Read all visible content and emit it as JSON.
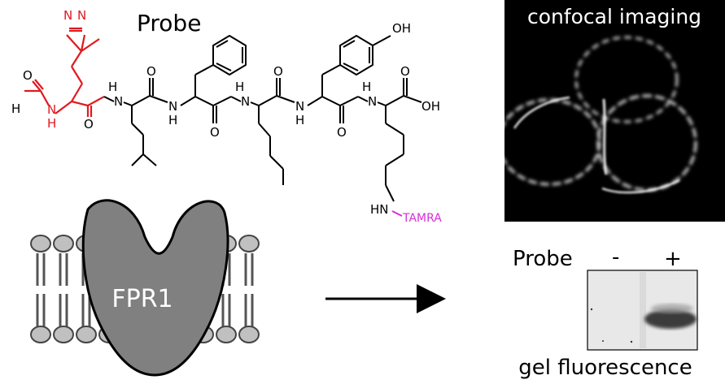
{
  "probe": {
    "title": "Probe",
    "atoms": {
      "n1": "N",
      "n2": "N",
      "o_formyl": "O",
      "h_formyl": "H",
      "nh1_n": "N",
      "nh1_h": "H",
      "o1": "O",
      "nh2_h": "H",
      "nh2_n": "N",
      "o2": "O",
      "nh3_n": "N",
      "nh3_h": "H",
      "o3": "O",
      "nh4_h": "H",
      "nh4_n": "N",
      "o4": "O",
      "nh5_n": "N",
      "nh5_h": "H",
      "o5": "O",
      "oh_acid": "OH",
      "oh_phenol": "OH",
      "hn_side": "HN"
    },
    "label": "TAMRA"
  },
  "receptor": {
    "label": "FPR1"
  },
  "imaging": {
    "label": "confocal imaging"
  },
  "gel": {
    "probe_label": "Probe",
    "minus": "-",
    "plus": "+",
    "caption": "gel fluorescence"
  },
  "colors": {
    "red": "#e0191f",
    "magenta": "#d62fd6",
    "protein": "#808080",
    "lipid_head": "#c0c0c0"
  }
}
